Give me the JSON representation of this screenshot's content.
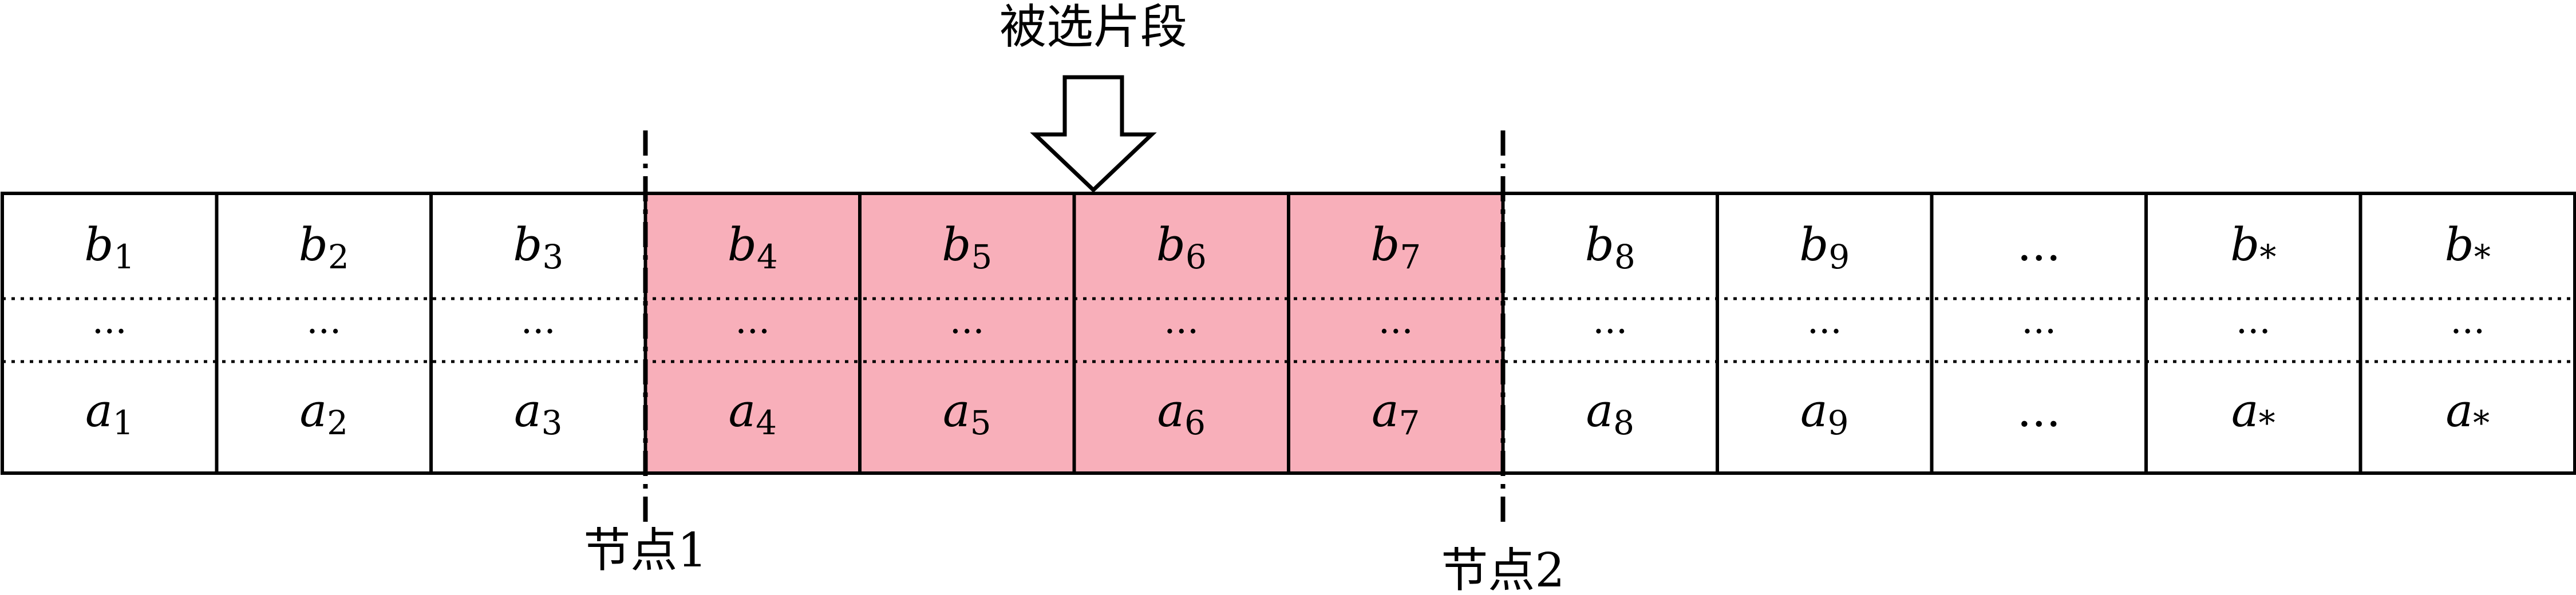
{
  "top_label": "被选片段",
  "cells": [
    {
      "b": {
        "base": "b",
        "sub": "1"
      },
      "mid": "...",
      "a": {
        "base": "a",
        "sub": "1"
      },
      "selected": false
    },
    {
      "b": {
        "base": "b",
        "sub": "2"
      },
      "mid": "...",
      "a": {
        "base": "a",
        "sub": "2"
      },
      "selected": false
    },
    {
      "b": {
        "base": "b",
        "sub": "3"
      },
      "mid": "...",
      "a": {
        "base": "a",
        "sub": "3"
      },
      "selected": false
    },
    {
      "b": {
        "base": "b",
        "sub": "4"
      },
      "mid": "...",
      "a": {
        "base": "a",
        "sub": "4"
      },
      "selected": true
    },
    {
      "b": {
        "base": "b",
        "sub": "5"
      },
      "mid": "...",
      "a": {
        "base": "a",
        "sub": "5"
      },
      "selected": true
    },
    {
      "b": {
        "base": "b",
        "sub": "6"
      },
      "mid": "...",
      "a": {
        "base": "a",
        "sub": "6"
      },
      "selected": true
    },
    {
      "b": {
        "base": "b",
        "sub": "7"
      },
      "mid": "...",
      "a": {
        "base": "a",
        "sub": "7"
      },
      "selected": true
    },
    {
      "b": {
        "base": "b",
        "sub": "8"
      },
      "mid": "...",
      "a": {
        "base": "a",
        "sub": "8"
      },
      "selected": false
    },
    {
      "b": {
        "base": "b",
        "sub": "9"
      },
      "mid": "...",
      "a": {
        "base": "a",
        "sub": "9"
      },
      "selected": false
    },
    {
      "b": {
        "base": "...",
        "sub": ""
      },
      "mid": "...",
      "a": {
        "base": "...",
        "sub": ""
      },
      "selected": false
    },
    {
      "b": {
        "base": "b",
        "sub": "*"
      },
      "mid": "...",
      "a": {
        "base": "a",
        "sub": "*"
      },
      "selected": false
    },
    {
      "b": {
        "base": "b",
        "sub": "*"
      },
      "mid": "...",
      "a": {
        "base": "a",
        "sub": "*"
      },
      "selected": false
    }
  ],
  "nodes": [
    {
      "label": "节点1",
      "after_cell": 3
    },
    {
      "label": "节点2",
      "after_cell": 7
    }
  ],
  "colors": {
    "selected_fill": "#F8AFBA",
    "cell_fill": "#FFFFFF",
    "stroke": "#000000"
  }
}
